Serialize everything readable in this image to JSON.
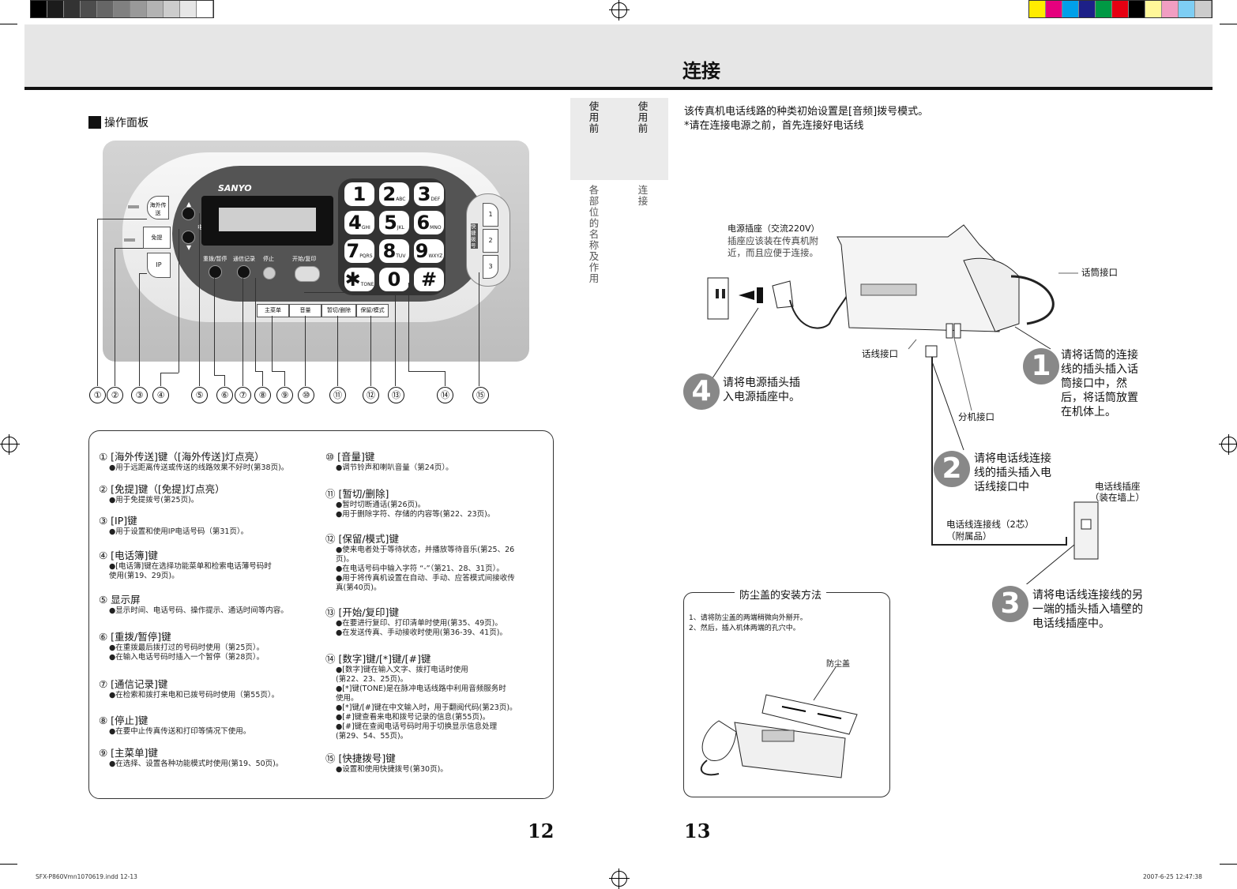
{
  "header": {
    "title": "连接"
  },
  "left": {
    "section_title": "操作面板",
    "panel": {
      "brand": "SANYO",
      "btn_overseas": "海外传送",
      "btn_handsfree": "免提",
      "btn_ip": "IP",
      "btn_phonebook": "电话簿",
      "btn_redial": "重拨/暂停",
      "btn_log": "通信记录",
      "btn_stop": "停止",
      "btn_start": "开始/复印",
      "btn_menu": "主菜单",
      "btn_volume": "音量",
      "btn_flash": "暂切/删除",
      "btn_hold": "保留/模式",
      "speed_label": "快捷拨号",
      "speed_keys": [
        "1",
        "2",
        "3"
      ],
      "keys": [
        {
          "n": "1",
          "s": ""
        },
        {
          "n": "2",
          "s": "ABC"
        },
        {
          "n": "3",
          "s": "DEF"
        },
        {
          "n": "4",
          "s": "GHI"
        },
        {
          "n": "5",
          "s": "JKL"
        },
        {
          "n": "6",
          "s": "MNO"
        },
        {
          "n": "7",
          "s": "PQRS"
        },
        {
          "n": "8",
          "s": "TUV"
        },
        {
          "n": "9",
          "s": "WXYZ"
        },
        {
          "n": "✱",
          "s": "TONE"
        },
        {
          "n": "0",
          "s": ""
        },
        {
          "n": "#",
          "s": ""
        }
      ]
    },
    "callouts": [
      "①",
      "②",
      "③",
      "④",
      "⑤",
      "⑥",
      "⑦",
      "⑧",
      "⑨",
      "⑩",
      "⑪",
      "⑫",
      "⑬",
      "⑭",
      "⑮"
    ],
    "items_left": [
      {
        "t": "① [海外传送]键（[海外传送]灯点亮）",
        "d": [
          "●用于远距离传送或传送的线路效果不好时(第38页)。"
        ]
      },
      {
        "t": "② [免提]键（[免提]灯点亮）",
        "d": [
          "●用于免提拨号(第25页)。"
        ]
      },
      {
        "t": "③ [IP]键",
        "d": [
          "●用于设置和使用IP电话号码（第31页）。"
        ]
      },
      {
        "t": "④ [电话簿]键",
        "d": [
          "●[电话簿]键在选择功能菜单和检索电话薄号码时",
          "  使用(第19、29页)。"
        ]
      },
      {
        "t": "⑤ 显示屏",
        "d": [
          "●显示时间、电话号码、操作提示、通话时间等内容。"
        ]
      },
      {
        "t": "⑥ [重拨/暂停]键",
        "d": [
          "●在重拨最后拨打过的号码时使用（第25页）。",
          "●在输入电话号码时插入一个暂停（第28页）。"
        ]
      },
      {
        "t": "⑦ [通信记录]键",
        "d": [
          "●在检索和拨打来电和已拨号码时使用（第55页）。"
        ]
      },
      {
        "t": "⑧ [停止]键",
        "d": [
          "●在要中止传真传送和打印等情况下使用。"
        ]
      },
      {
        "t": "⑨ [主菜单]键",
        "d": [
          "●在选择、设置各种功能模式时使用(第19、50页)。"
        ]
      }
    ],
    "items_right": [
      {
        "t": "⑩ [音量]键",
        "d": [
          "●调节铃声和喇叭音量（第24页）。"
        ]
      },
      {
        "t": "⑪ [暂切/删除]",
        "d": [
          "●暂时切断通话(第26页)。",
          "●用于删除字符、存储的内容等(第22、23页)。"
        ]
      },
      {
        "t": "⑫ [保留/模式]键",
        "d": [
          "●使来电者处于等待状态，并播放等待音乐(第25、26",
          "  页)。",
          "●在电话号码中输入字符 “-”（第21、28、31页）。",
          "●用于将传真机设置在自动、手动、应答模式间接收传",
          "  真(第40页)。"
        ]
      },
      {
        "t": "⑬ [开始/复印]键",
        "d": [
          "●在要进行复印、打印清单时使用(第35、49页)。",
          "●在发送传真、手动接收时使用(第36-39、41页)。"
        ]
      },
      {
        "t": "⑭ [数字]键/[*]键/[#]键",
        "d": [
          "●[数字]键在输入文字、拨打电话时使用",
          "  (第22、23、25页)。",
          "●[*]键(TONE)是在脉冲电话线路中利用音频服务时",
          "  使用。",
          "●[*]键/[#]键在中文输入时，用于翻阅代码(第23页)。",
          "●[#]键查看来电和拨号记录的信息(第55页)。",
          "●[#]键在查阅电话号码时用于切换显示信息处理",
          "  (第29、54、55页)。"
        ]
      },
      {
        "t": "⑮ [快捷拨号]键",
        "d": [
          "●设置和使用快捷拨号(第30页)。"
        ]
      }
    ],
    "page_number": "12"
  },
  "right": {
    "tab_a": "使用前",
    "tab_b": "使用前",
    "tab_a_sub": "各部位的名称及作用",
    "tab_b_sub": "连接",
    "intro1": "该传真机电话线路的种类初始设置是[音频]拨号模式。",
    "intro2": "*请在连接电源之前，首先连接好电话线",
    "power_title": "电源插座（交流220V）",
    "power_desc1": "插座应该装在传真机附",
    "power_desc2": "近，而且应便于连接。",
    "handset_port": "话筒接口",
    "line_port": "话线接口",
    "ext_port": "分机接口",
    "wall_jack1": "电话线插座",
    "wall_jack2": "（装在墙上）",
    "cable1": "电话线连接线（2芯）",
    "cable2": "（附属品）",
    "steps": [
      {
        "n": "1",
        "lines": [
          "请将话筒的连接",
          "线的插头插入话",
          "筒接口中，然",
          "后，将话筒放置",
          "在机体上。"
        ]
      },
      {
        "n": "2",
        "lines": [
          "请将电话线连接",
          "线的插头插入电",
          "话线接口中"
        ]
      },
      {
        "n": "3",
        "lines": [
          "请将电话线连接线的另",
          "一端的插头插入墙壁的",
          "电话线插座中。"
        ]
      },
      {
        "n": "4",
        "lines": [
          "请将电源插头插",
          "入电源插座中。"
        ]
      }
    ],
    "dust_title": "防尘盖的安装方法",
    "dust_1": "1、请将防尘盖的两端稍微向外掰开。",
    "dust_2": "2、然后，插入机体两端的孔穴中。",
    "dust_label": "防尘盖",
    "page_number": "13"
  },
  "footer": {
    "left": "SFX-P860Vmn1070619.indd   12-13",
    "right": "2007-6-25   12:47:38"
  },
  "colors": {
    "band": "#e6e6e6",
    "rule": "#111111",
    "badge": "#888888"
  }
}
